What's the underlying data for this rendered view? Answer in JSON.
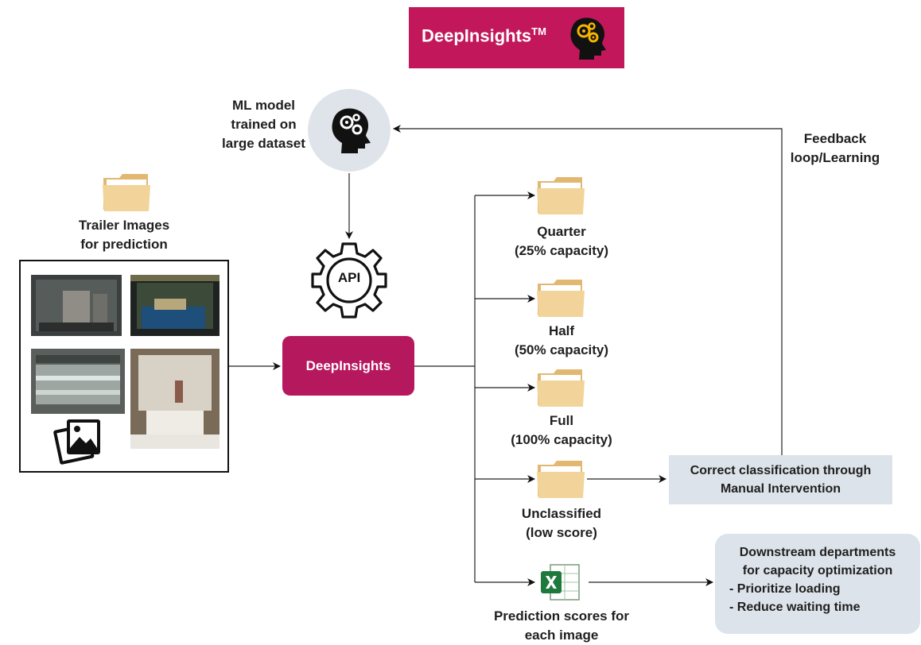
{
  "brand": {
    "name": "DeepInsights",
    "mark": "TM",
    "color": "#c2185b"
  },
  "ml_model": {
    "lines": [
      "ML model",
      "trained on",
      "large dataset"
    ]
  },
  "trailer_images": {
    "lines": [
      "Trailer Images",
      "for prediction"
    ]
  },
  "api": {
    "label": "API"
  },
  "engine": {
    "label": "DeepInsights",
    "color": "#b6185e"
  },
  "feedback": {
    "lines": [
      "Feedback",
      "loop/Learning"
    ]
  },
  "categories": [
    {
      "lines": [
        "Quarter",
        "(25% capacity)"
      ]
    },
    {
      "lines": [
        "Half",
        "(50% capacity)"
      ]
    },
    {
      "lines": [
        "Full",
        "(100% capacity)"
      ]
    },
    {
      "lines": [
        "Unclassified",
        "(low score)"
      ]
    }
  ],
  "prediction_scores": {
    "lines": [
      "Prediction scores for",
      "each image"
    ]
  },
  "manual": {
    "lines": [
      "Correct classification through",
      "Manual Intervention"
    ]
  },
  "downstream": {
    "lines": [
      "Downstream departments",
      "for capacity optimization"
    ],
    "bullets": [
      "- Prioritize loading",
      "- Reduce waiting time"
    ]
  },
  "icons": [
    "brain-gears-icon",
    "folder-icon",
    "api-gear-icon",
    "image-stack-icon",
    "excel-icon"
  ],
  "colors": {
    "box_gray": "#dde3ea",
    "circle_gray": "#dfe4ea",
    "folder": "#f2d39a"
  }
}
